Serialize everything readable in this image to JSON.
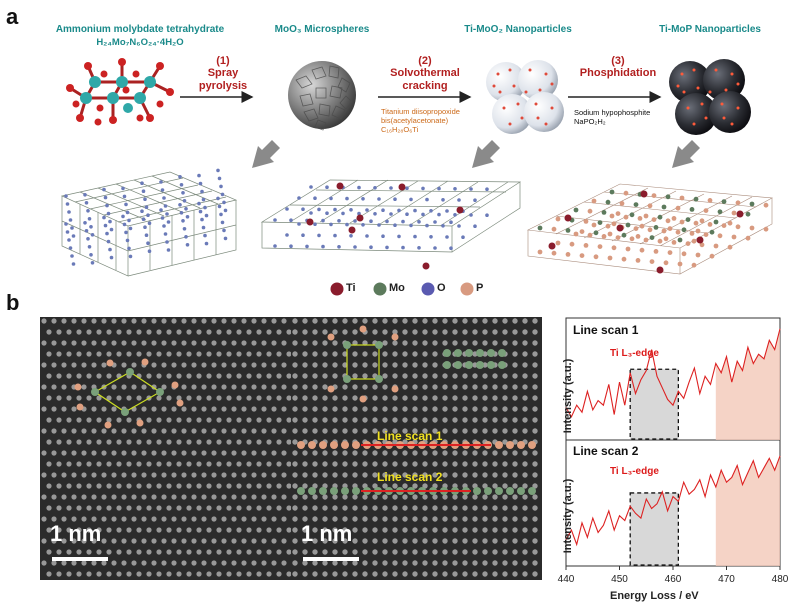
{
  "panel_a": {
    "letter": "a",
    "titles": {
      "precursor": "Ammonium molybdate tetrahydrate",
      "precursor_formula": "H₂₄Mo₇N₆O₂₄·4H₂O",
      "moo3": "MoO₃ Microspheres",
      "timoo2": "Ti-MoO₂ Nanoparticles",
      "timop": "Ti-MoP Nanoparticles"
    },
    "steps": [
      {
        "num": "(1)",
        "name_line1": "Spray",
        "name_line2": "pyrolysis"
      },
      {
        "num": "(2)",
        "name_line1": "Solvothermal",
        "name_line2": "cracking"
      },
      {
        "num": "(3)",
        "name_line1": "Phosphidation",
        "name_line2": ""
      }
    ],
    "reagent2": [
      "Titanium diisopropoxide",
      "bis(acetylacetonate)",
      "C₁₆H₂₈O₆Ti"
    ],
    "reagent3": [
      "Sodium hypophosphite",
      "NaPO₂H₂"
    ],
    "legend": [
      {
        "label": "Ti",
        "color": "#8a1c2c"
      },
      {
        "label": "Mo",
        "color": "#5c7a5c"
      },
      {
        "label": "O",
        "color": "#5a5ab0"
      },
      {
        "label": "P",
        "color": "#d89a80"
      }
    ]
  },
  "panel_b": {
    "letter": "b",
    "scale_left": "1 nm",
    "scale_right": "1 nm",
    "scan1": "Line scan 1",
    "scan2": "Line scan 2",
    "eels": {
      "top_title": "Line scan 1",
      "bottom_title": "Line scan 2",
      "edge_label": "Ti L₃-edge",
      "ylabel": "Intensity (a.u.)",
      "xlabel": "Energy Loss / eV",
      "xticks": [
        "440",
        "450",
        "460",
        "470",
        "480"
      ],
      "line_color": "#dd2222",
      "fill_color": "#f3c8b8"
    }
  },
  "chart_data": {
    "type": "line",
    "xlabel": "Energy Loss / eV",
    "ylabel": "Intensity (a.u.)",
    "xlim": [
      440,
      480
    ],
    "series": [
      {
        "name": "Line scan 1",
        "x": [
          440,
          441,
          442,
          443,
          444,
          445,
          446,
          447,
          448,
          449,
          450,
          451,
          452,
          453,
          454,
          455,
          456,
          457,
          458,
          459,
          460,
          461,
          462,
          463,
          464,
          465,
          466,
          467,
          468,
          469,
          470,
          471,
          472,
          473,
          474,
          475,
          476,
          477,
          478,
          479,
          480
        ],
        "y": [
          0.28,
          0.2,
          0.3,
          0.24,
          0.42,
          0.26,
          0.34,
          0.3,
          0.48,
          0.22,
          0.5,
          0.3,
          0.58,
          0.4,
          0.52,
          0.6,
          0.78,
          0.55,
          0.45,
          0.35,
          0.3,
          0.42,
          0.36,
          0.5,
          0.62,
          0.4,
          0.55,
          0.48,
          0.66,
          0.58,
          0.72,
          0.5,
          0.68,
          0.6,
          0.8,
          0.66,
          0.74,
          0.7,
          0.86,
          0.78,
          0.96
        ]
      },
      {
        "name": "Line scan 2",
        "x": [
          440,
          441,
          442,
          443,
          444,
          445,
          446,
          447,
          448,
          449,
          450,
          451,
          452,
          453,
          454,
          455,
          456,
          457,
          458,
          459,
          460,
          461,
          462,
          463,
          464,
          465,
          466,
          467,
          468,
          469,
          470,
          471,
          472,
          473,
          474,
          475,
          476,
          477,
          478,
          479,
          480
        ],
        "y": [
          0.22,
          0.3,
          0.18,
          0.36,
          0.24,
          0.4,
          0.28,
          0.34,
          0.46,
          0.3,
          0.42,
          0.38,
          0.5,
          0.44,
          0.4,
          0.56,
          0.48,
          0.52,
          0.62,
          0.46,
          0.58,
          0.54,
          0.7,
          0.6,
          0.64,
          0.72,
          0.58,
          0.76,
          0.66,
          0.8,
          0.7,
          0.74,
          0.84,
          0.68,
          0.78,
          0.88,
          0.74,
          0.82,
          0.9,
          0.8,
          0.92
        ]
      }
    ],
    "edge_window": [
      452,
      461
    ]
  }
}
